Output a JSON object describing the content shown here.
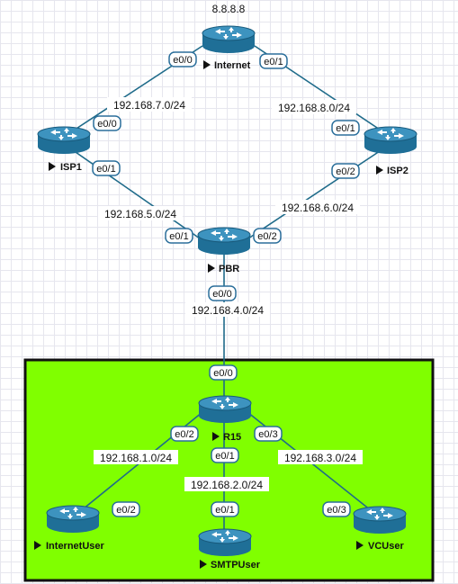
{
  "colors": {
    "site_fill": "#80ff00",
    "site_border": "#111111",
    "router_body": "#1f6f97",
    "router_top": "#3d93bf",
    "link": "#1f6b8a",
    "port_border": "#2b6f9b"
  },
  "icons": {
    "router": "router-icon",
    "expand": "play-triangle-icon"
  },
  "internet_address": "8.8.8.8",
  "nodes": [
    {
      "id": "internet",
      "label": "Internet"
    },
    {
      "id": "isp1",
      "label": "ISP1"
    },
    {
      "id": "isp2",
      "label": "ISP2"
    },
    {
      "id": "pbr",
      "label": "PBR"
    },
    {
      "id": "r15",
      "label": "R15"
    },
    {
      "id": "internetuser",
      "label": "InternetUser"
    },
    {
      "id": "smtpuser",
      "label": "SMTPUser"
    },
    {
      "id": "vcuser",
      "label": "VCUser"
    }
  ],
  "networks": [
    "192.168.7.0/24",
    "192.168.8.0/24",
    "192.168.5.0/24",
    "192.168.6.0/24",
    "192.168.4.0/24",
    "192.168.1.0/24",
    "192.168.2.0/24",
    "192.168.3.0/24"
  ],
  "ports": [
    {
      "node": "internet",
      "name": "e0/0"
    },
    {
      "node": "internet",
      "name": "e0/1"
    },
    {
      "node": "isp1",
      "name": "e0/0"
    },
    {
      "node": "isp1",
      "name": "e0/1"
    },
    {
      "node": "isp2",
      "name": "e0/1"
    },
    {
      "node": "isp2",
      "name": "e0/2"
    },
    {
      "node": "pbr",
      "name": "e0/1"
    },
    {
      "node": "pbr",
      "name": "e0/2"
    },
    {
      "node": "pbr",
      "name": "e0/0"
    },
    {
      "node": "r15",
      "name": "e0/0"
    },
    {
      "node": "r15",
      "name": "e0/2"
    },
    {
      "node": "r15",
      "name": "e0/1"
    },
    {
      "node": "r15",
      "name": "e0/3"
    },
    {
      "node": "internetuser",
      "name": "e0/2"
    },
    {
      "node": "smtpuser",
      "name": "e0/1"
    },
    {
      "node": "vcuser",
      "name": "e0/3"
    }
  ]
}
